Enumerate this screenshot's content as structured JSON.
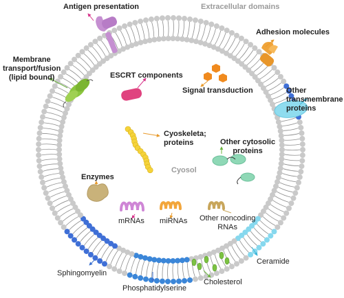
{
  "labels": {
    "antigen": "Antigen presentation",
    "extracellular": "Extracellular domains",
    "adhesion": "Adhesion molecules",
    "membrane_transport": "Membrane\ntransport/fusion\n(lipid bound)",
    "escrt": "ESCRT components",
    "signal": "Signal transduction",
    "other_transmembrane": "Other\ntransmembrane\nproteins",
    "cytoskeletal": "Cyoskeleta;\nproteins",
    "other_cytosolic": "Other cytosolic\nproteins",
    "cyosol": "Cyosol",
    "enzymes": "Enzymes",
    "mrnas": "mRNAs",
    "mirnas": "miRNAs",
    "other_noncoding": "Other noncoding\nRNAs",
    "ceramide": "Ceramide",
    "sphingomyelin": "Sphingomyelin",
    "phosphatidylserine": "Phosphatidylserine",
    "cholesterol": "Cholesterol"
  },
  "colors": {
    "lipid_head": "#c9c9c9",
    "lipid_tail": "#8c8c8c",
    "sphingomyelin": "#3f6fd6",
    "phosphatidylserine": "#3b86d8",
    "ceramide": "#86d8ee",
    "cholesterol": "#7cc242",
    "arrow_magenta": "#d6338a",
    "arrow_orange": "#e89a2a",
    "arrow_green": "#6bb33e",
    "arrow_cyan": "#3fb6d9",
    "arrow_blue": "#3a6fd0",
    "antigen_protein": "#c58fd1",
    "adhesion_protein": "#f0a43a",
    "escrt_protein": "#e0437f",
    "signal_protein": "#f08a1e",
    "transmembrane_protein": "#8fdcef",
    "cytoskeletal_protein": "#f5d33a",
    "cytosolic_protein": "#8fd8b6",
    "enzyme": "#c9b27a",
    "mrna": "#cf86d6",
    "mirna": "#f2a63c",
    "noncoding_rna": "#c8a65c",
    "membrane_transport_protein": "#8cc63f"
  }
}
